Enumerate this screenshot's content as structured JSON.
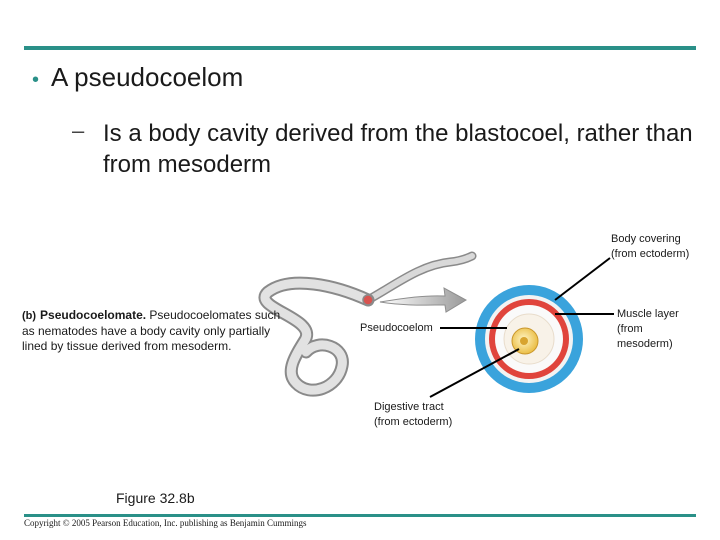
{
  "slide": {
    "bullet": "A pseudocoelom",
    "subbullet_dash": "–",
    "subbullet": "Is a body cavity derived from the blastocoel, rather than from mesoderm"
  },
  "figure": {
    "caption_label": "(b)",
    "caption_title": "Pseudocoelomate.",
    "caption_text": "Pseudocoelomates such as nematodes have a body cavity only partially lined by tissue derived from mesoderm.",
    "labels": {
      "body_covering": [
        "Body covering",
        "(from ectoderm)"
      ],
      "muscle_layer": [
        "Muscle layer",
        "(from",
        "mesoderm)"
      ],
      "pseudocoelom": "Pseudocoelom",
      "digestive_tract": [
        "Digestive tract",
        "(from ectoderm)"
      ]
    },
    "figure_number": "Figure 32.8b"
  },
  "footer": {
    "copyright": "Copyright © 2005 Pearson Education, Inc. publishing as Benjamin Cummings"
  },
  "colors": {
    "accent": "#2a9088",
    "body_covering": "#3aa3dc",
    "muscle_layer": "#e0443c",
    "gut": "#f2c94c"
  }
}
